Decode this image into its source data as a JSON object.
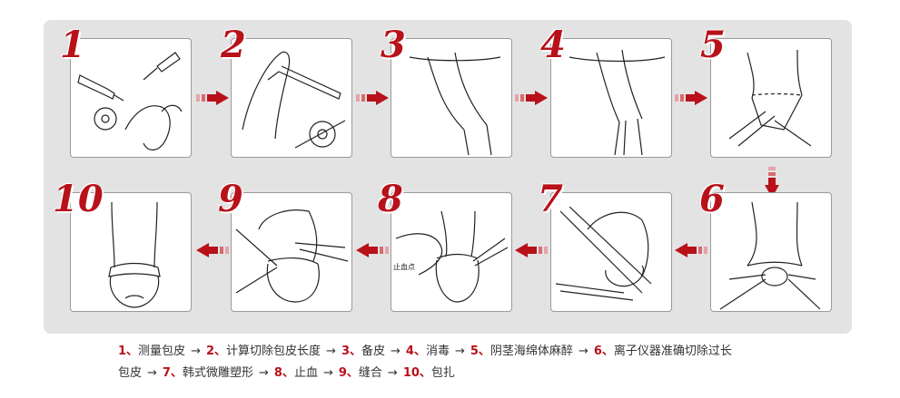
{
  "colors": {
    "accent": "#b8111a",
    "panel": "#e3e3e3",
    "border": "#9a9a9a"
  },
  "steps": [
    {
      "num": "1",
      "label": "测量包皮"
    },
    {
      "num": "2",
      "label": "计算切除包皮长度"
    },
    {
      "num": "3",
      "label": "备皮"
    },
    {
      "num": "4",
      "label": "消毒"
    },
    {
      "num": "5",
      "label": "阴茎海绵体麻醉"
    },
    {
      "num": "6",
      "label": "离子仪器准确切除过长包皮"
    },
    {
      "num": "7",
      "label": "韩式微雕塑形"
    },
    {
      "num": "8",
      "label": "止血"
    },
    {
      "num": "9",
      "label": "缝合"
    },
    {
      "num": "10",
      "label": "包扎"
    }
  ],
  "figure_labels": {
    "step8_tag": "止血点"
  },
  "caption": {
    "line1": [
      {
        "n": "1、",
        "t": "测量包皮"
      },
      {
        "n": "2、",
        "t": "计算切除包皮长度"
      },
      {
        "n": "3、",
        "t": "备皮"
      },
      {
        "n": "4、",
        "t": "消毒"
      },
      {
        "n": "5、",
        "t": "阴茎海绵体麻醉"
      },
      {
        "n": "6、",
        "t": "离子仪器准确切除过长"
      }
    ],
    "line2_lead": "包皮",
    "line2": [
      {
        "n": "7、",
        "t": "韩式微雕塑形"
      },
      {
        "n": "8、",
        "t": "止血"
      },
      {
        "n": "9、",
        "t": "缝合"
      },
      {
        "n": "10、",
        "t": "包扎"
      }
    ],
    "arrow": "→"
  }
}
